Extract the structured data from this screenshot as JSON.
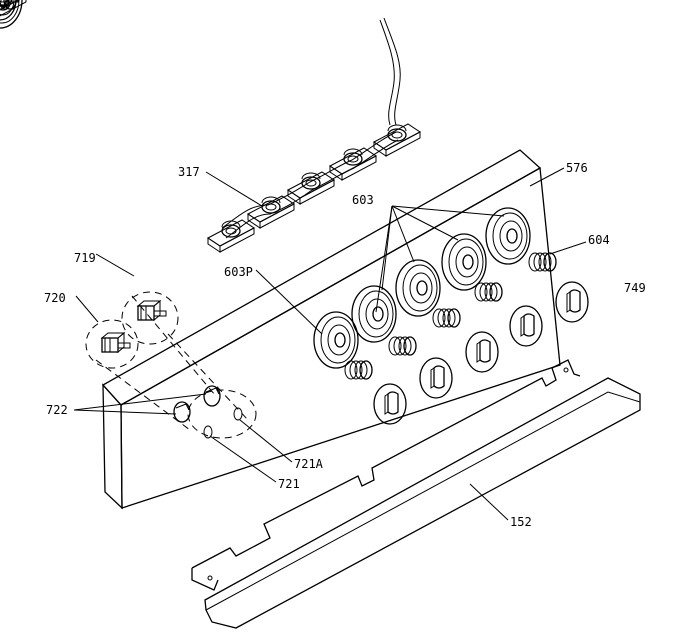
{
  "labels": {
    "harness": "317",
    "panel": "576",
    "grates": "603",
    "grate_p": "603P",
    "spring": "604",
    "knob": "749",
    "switch_a": "719",
    "switch_b": "720",
    "nut": "722",
    "lens_a": "721A",
    "lens": "721",
    "bracket": "152"
  }
}
